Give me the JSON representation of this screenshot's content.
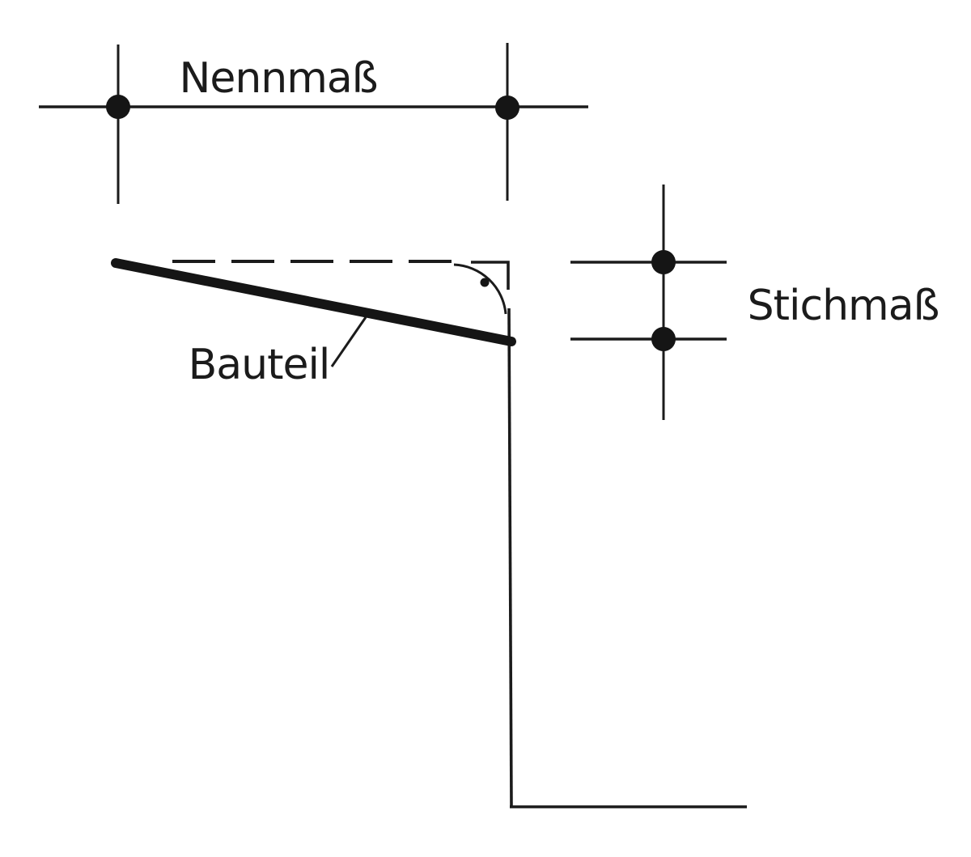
{
  "diagram": {
    "labels": {
      "nennmass": "Nennmaß",
      "stichmass": "Stichmaß",
      "bauteil": "Bauteil"
    },
    "colors": {
      "ink": "#1b1b1b",
      "component_ink": "#151515",
      "background": "#ffffff"
    }
  }
}
